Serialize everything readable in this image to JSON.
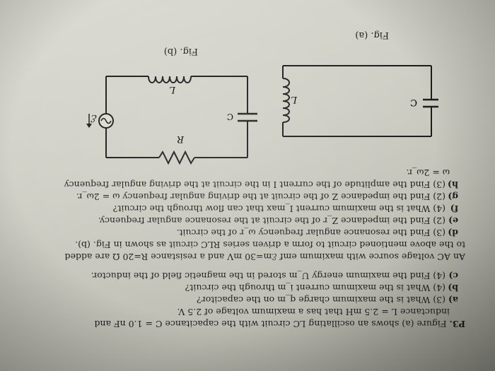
{
  "problem": {
    "heading": "P3.",
    "intro": [
      "Figure (a) shows an oscillating LC circuit with the capacitance C = 1.0 nF and",
      "inductance L = 2.5 mH that has a maximum voltage of 2.5 V."
    ],
    "items": [
      {
        "label": "a)",
        "text": "(3) What is the maximum charge q_m on the capacitor?"
      },
      {
        "label": "b)",
        "text": "(4) What is the maximum current i_m through the circuit?"
      },
      {
        "label": "c)",
        "text": "(4) Find the maximum energy U_m stored in the magnetic field of the inductor."
      }
    ],
    "intro2": [
      "An AC voltage source with maximum emf ℰm=30 mV and a resistance R=20 Ω are added",
      "to the above mentioned circuit to form a driven series RLC circuit as shown in Fig. (b)."
    ],
    "items2": [
      {
        "label": "d)",
        "text": "(3) Find the resonance angular frequency ω_r of the circuit."
      },
      {
        "label": "e)",
        "text": "(2) Find the impedance Z_r of the circuit at the resonance angular frequency."
      },
      {
        "label": "f)",
        "text": "(4) What is the maximum current I_max that can flow through the circuit?"
      },
      {
        "label": "g)",
        "text": "(2) Find the impedance Z of the circuit at the driving angular frequency ω = 2ω_r."
      },
      {
        "label": "h)",
        "text": "(3) Find the amplitude of the current I in the circuit at the driving angular frequency"
      }
    ],
    "tail": "ω = 2ω_r."
  },
  "figures": {
    "a": {
      "caption": "Fig. (a)",
      "label_C": "C",
      "label_L": "L"
    },
    "b": {
      "caption": "Fig. (b)",
      "label_R": "R",
      "label_C": "C",
      "label_L": "L",
      "label_emf": "ℰ"
    }
  }
}
